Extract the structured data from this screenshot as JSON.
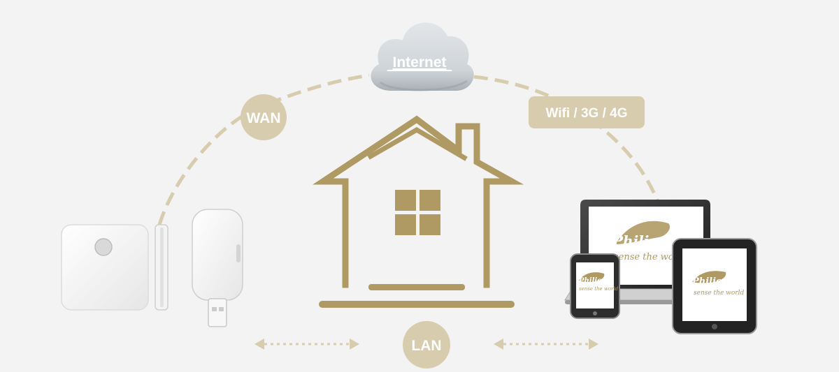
{
  "nodes": {
    "internet": "Internet",
    "wan": "WAN",
    "wireless": "Wifi / 3G / 4G",
    "lan": "LAN"
  },
  "brand": {
    "logo": "Philio",
    "tagline": "sense the world"
  },
  "colors": {
    "gold": "#b09a63",
    "tan_fill": "#d8ccae",
    "tan_text": "#ffffff",
    "dash": "#d8ccae",
    "cloud_top": "#dde1e4",
    "cloud_bottom": "#aeb5ba",
    "background": "#f3f3f3"
  },
  "icons": {
    "cloud": "cloud-icon",
    "house": "house-icon",
    "gateway": "gateway-device-icon",
    "dongle": "usb-dongle-icon",
    "laptop": "laptop-icon",
    "phone": "smartphone-icon",
    "tablet": "tablet-icon"
  }
}
